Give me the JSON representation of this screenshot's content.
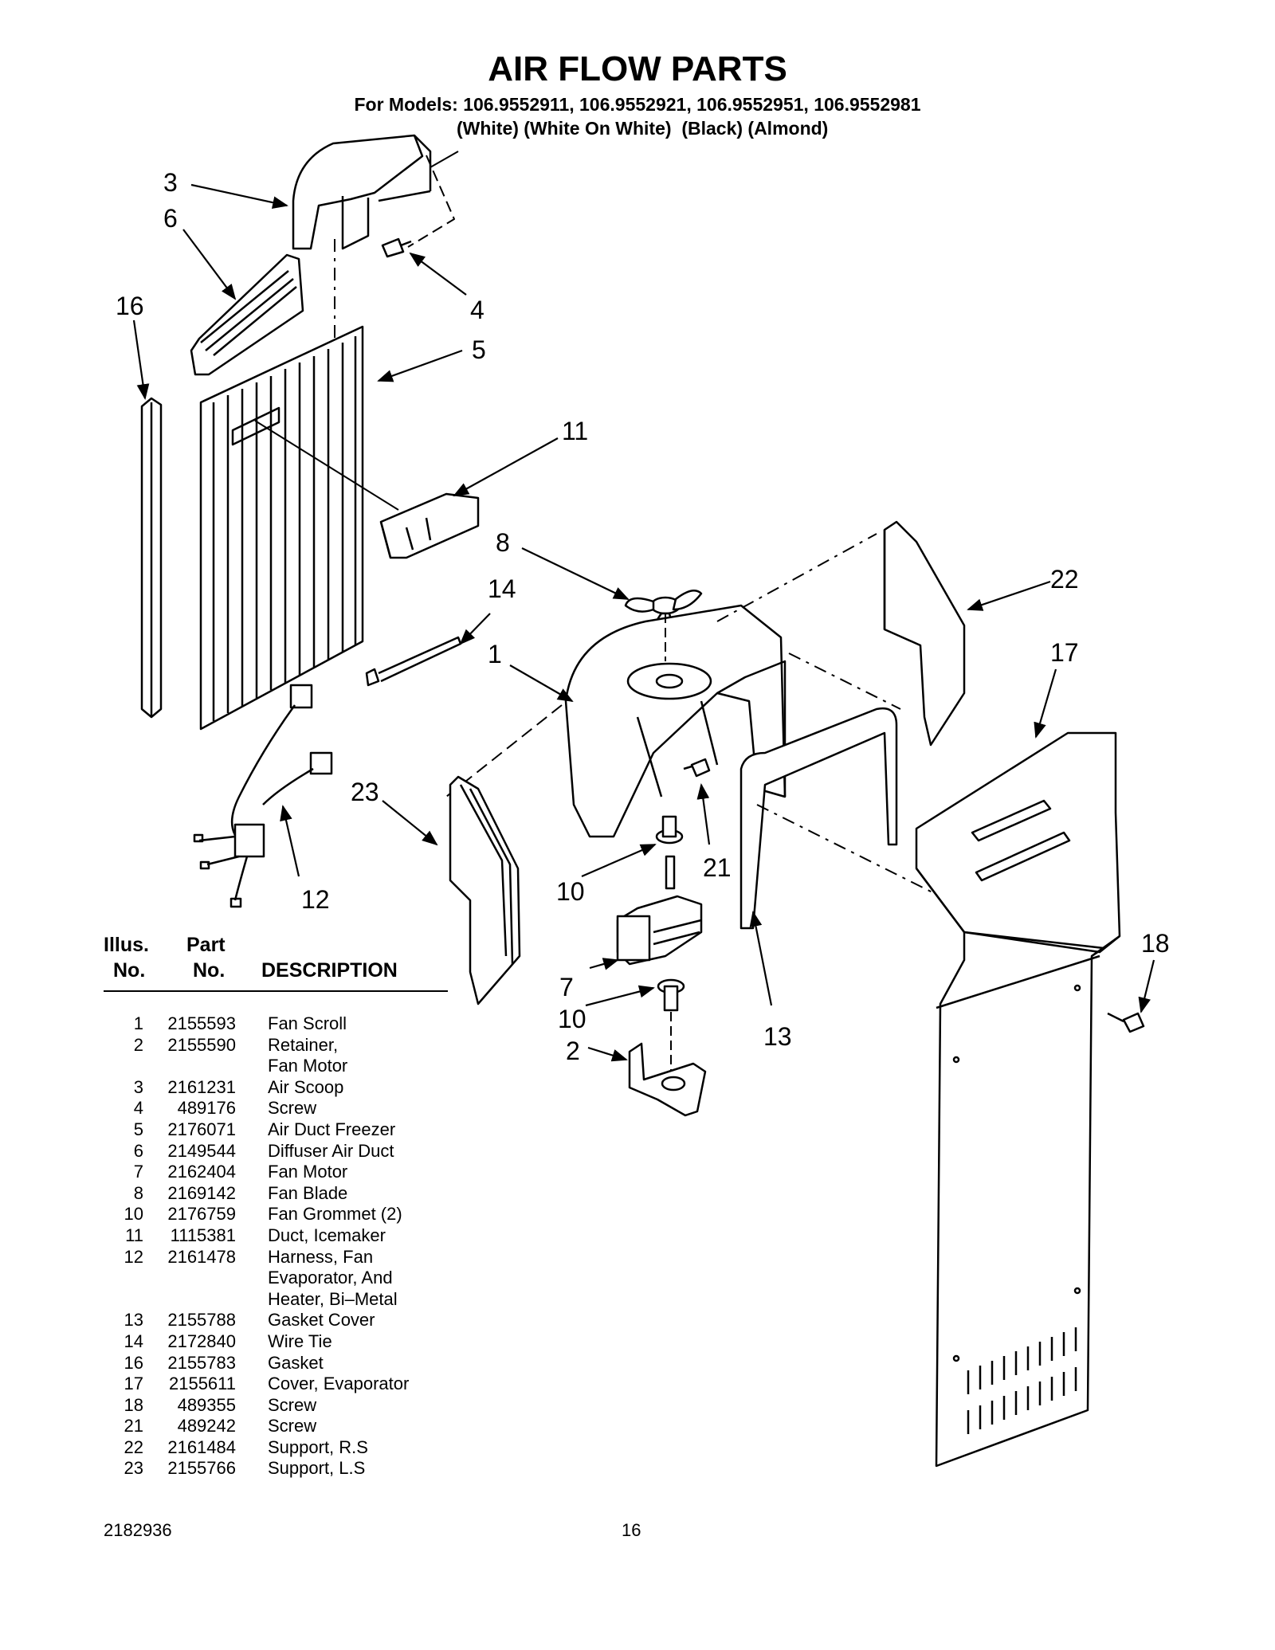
{
  "header": {
    "title": "AIR FLOW PARTS",
    "models": "For Models: 106.9552911, 106.9552921, 106.9552951, 106.9552981",
    "finishes": "(White) (White On White)  (Black) (Almond)"
  },
  "diagram": {
    "callouts": [
      "3",
      "6",
      "16",
      "4",
      "5",
      "11",
      "8",
      "14",
      "1",
      "22",
      "17",
      "23",
      "21",
      "10",
      "12",
      "7",
      "10",
      "2",
      "13",
      "18"
    ]
  },
  "parts_table": {
    "headers": {
      "illus": [
        "Illus.",
        "No."
      ],
      "part": [
        "Part",
        "No."
      ],
      "description": "DESCRIPTION"
    },
    "rows": [
      {
        "illus": "1",
        "part": "2155593",
        "desc": [
          "Fan Scroll"
        ]
      },
      {
        "illus": "2",
        "part": "2155590",
        "desc": [
          "Retainer,",
          "Fan Motor"
        ]
      },
      {
        "illus": "3",
        "part": "2161231",
        "desc": [
          "Air Scoop"
        ]
      },
      {
        "illus": "4",
        "part": "489176",
        "desc": [
          "Screw"
        ]
      },
      {
        "illus": "5",
        "part": "2176071",
        "desc": [
          "Air Duct Freezer"
        ]
      },
      {
        "illus": "6",
        "part": "2149544",
        "desc": [
          "Diffuser Air Duct"
        ]
      },
      {
        "illus": "7",
        "part": "2162404",
        "desc": [
          "Fan Motor"
        ]
      },
      {
        "illus": "8",
        "part": "2169142",
        "desc": [
          "Fan Blade"
        ]
      },
      {
        "illus": "10",
        "part": "2176759",
        "desc": [
          "Fan Grommet (2)"
        ]
      },
      {
        "illus": "11",
        "part": "1115381",
        "desc": [
          "Duct, Icemaker"
        ]
      },
      {
        "illus": "12",
        "part": "2161478",
        "desc": [
          "Harness, Fan",
          "Evaporator, And",
          "Heater, Bi–Metal"
        ]
      },
      {
        "illus": "13",
        "part": "2155788",
        "desc": [
          "Gasket Cover"
        ]
      },
      {
        "illus": "14",
        "part": "2172840",
        "desc": [
          "Wire Tie"
        ]
      },
      {
        "illus": "16",
        "part": "2155783",
        "desc": [
          "Gasket"
        ]
      },
      {
        "illus": "17",
        "part": "2155611",
        "desc": [
          "Cover, Evaporator"
        ]
      },
      {
        "illus": "18",
        "part": "489355",
        "desc": [
          "Screw"
        ]
      },
      {
        "illus": "21",
        "part": "489242",
        "desc": [
          "Screw"
        ]
      },
      {
        "illus": "22",
        "part": "2161484",
        "desc": [
          "Support, R.S"
        ]
      },
      {
        "illus": "23",
        "part": "2155766",
        "desc": [
          "Support, L.S"
        ]
      }
    ]
  },
  "footer": {
    "doc_number": "2182936",
    "page": "16"
  }
}
